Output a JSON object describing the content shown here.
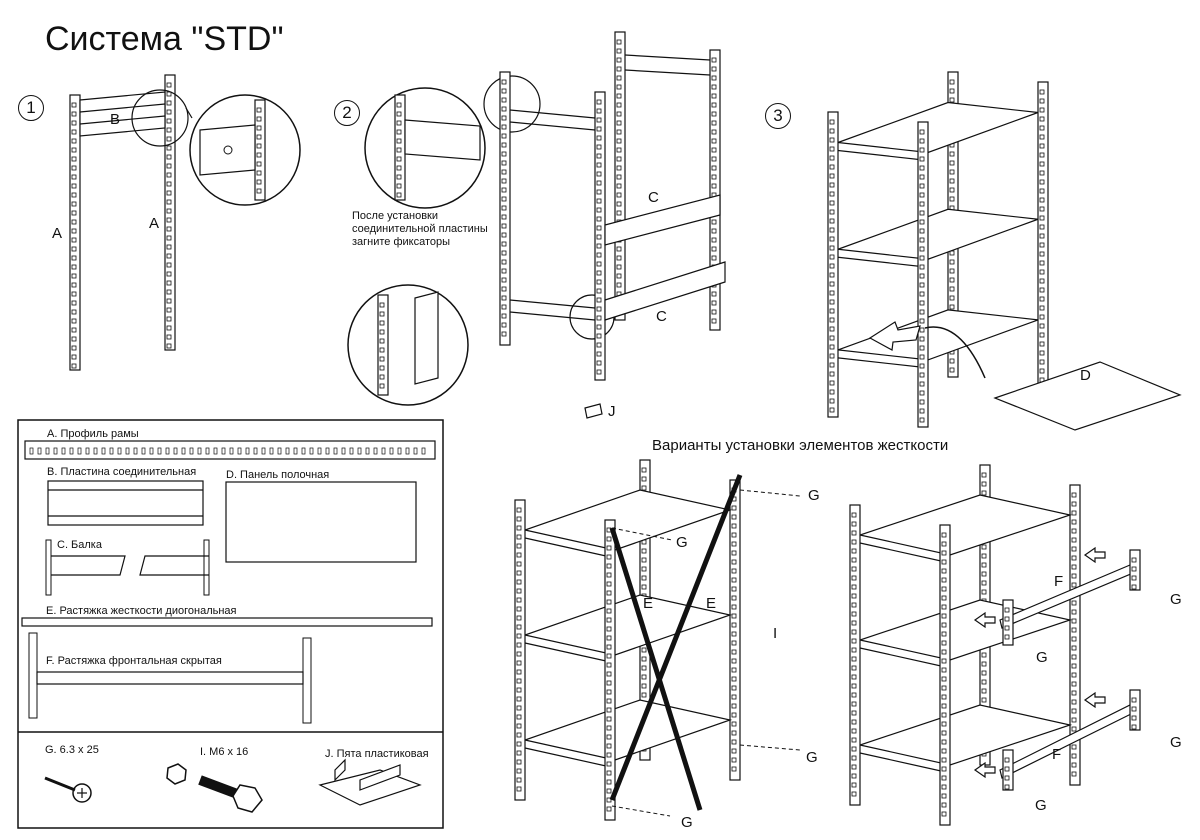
{
  "title": "Система \"STD\"",
  "steps": [
    {
      "number": "1",
      "labels": {
        "a1": "A",
        "b": "B",
        "a2": "A"
      }
    },
    {
      "number": "2",
      "note": [
        "После установки",
        "соединительной пластины",
        "загните фиксаторы"
      ],
      "labels": {
        "c1": "C",
        "c2": "C",
        "j": "J"
      }
    },
    {
      "number": "3",
      "labels": {
        "d": "D"
      }
    }
  ],
  "bracing": {
    "heading": "Варианты установки элементов жесткости",
    "diagonal_labels": {
      "g1": "G",
      "g2": "G",
      "e1": "E",
      "e2": "E",
      "i": "I",
      "g3": "G",
      "g4": "G"
    },
    "frontal_labels": {
      "g1": "G",
      "f1": "F",
      "g2": "G",
      "f2": "F",
      "g3": "G",
      "g4": "G"
    }
  },
  "parts": {
    "a": "A. Профиль рамы",
    "b": "B. Пластина соединительная",
    "c": "C. Балка",
    "d": "D. Панель полочная",
    "e": "E. Растяжка жесткости диогональная",
    "f": "F. Растяжка фронтальная скрытая",
    "g": "G. 6.3 x 25",
    "i": "I. M6 x 16",
    "j": "J. Пята пластиковая"
  }
}
